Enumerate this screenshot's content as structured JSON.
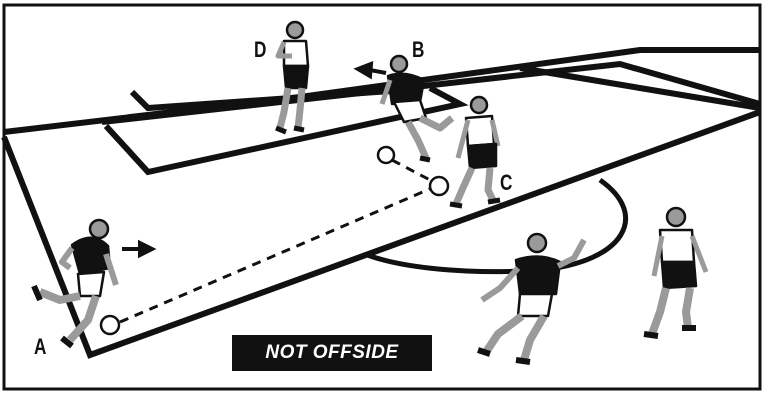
{
  "labels": {
    "a": "A",
    "b": "B",
    "c": "C",
    "d": "D"
  },
  "verdict": "NOT OFFSIDE",
  "colors": {
    "line": "#111111",
    "dark_kit": "#111111",
    "light_kit": "#ffffff",
    "skin": "#9a9a9a",
    "badge_bg": "#111111",
    "badge_text": "#ffffff"
  }
}
